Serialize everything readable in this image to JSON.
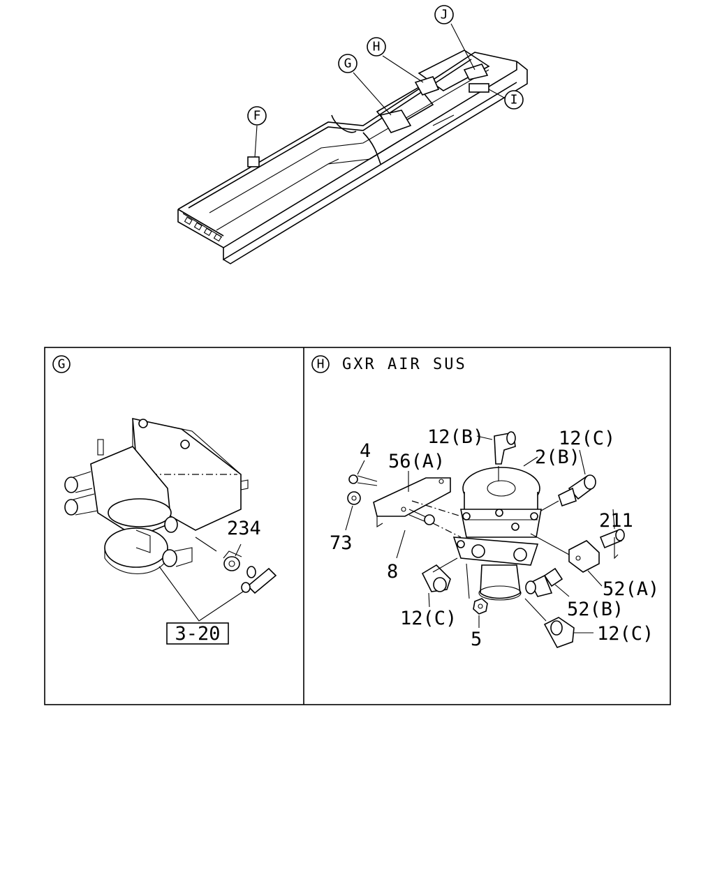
{
  "overview": {
    "callouts": [
      "F",
      "G",
      "H",
      "I",
      "J"
    ]
  },
  "panel_g": {
    "marker": "G",
    "parts": [
      "234"
    ],
    "reference": "3-20"
  },
  "panel_h": {
    "marker": "H",
    "title": "GXR AIR SUS",
    "parts": [
      "4",
      "56(A)",
      "73",
      "8",
      "12(C)",
      "5",
      "12(B)",
      "2(B)",
      "12(C)",
      "211",
      "52(A)",
      "52(B)",
      "12(C)"
    ]
  }
}
